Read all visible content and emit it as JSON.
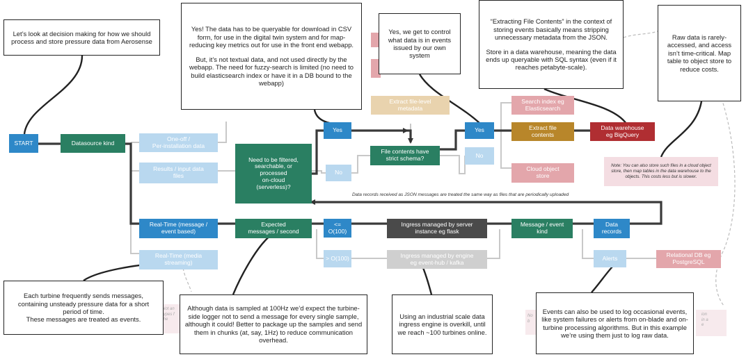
{
  "nodes": {
    "start": "START",
    "datasource_kind": "Datasource kind",
    "one_off": "One-off /\nPer-installation data",
    "results_input": "Results / input data\nfiles",
    "realtime_message": "Real-Time (message /\nevent based)",
    "realtime_streaming": "Real-Time (media\nstreaming)",
    "need_filtered": "Need to be filtered,\nsearchable, or\nprocessed\non-cloud\n(serverless)?",
    "yes_1": "Yes",
    "no_1": "No",
    "extract_file_level": "Extract file-level\nmetadata",
    "file_contents_schema": "File contents have\nstrict schema?",
    "yes_2": "Yes",
    "no_2": "No",
    "search_index": "Search index eg\nElasticsearch",
    "extract_file_contents": "Extract file\ncontents",
    "data_warehouse": "Data warehouse\neg BigQuery",
    "cloud_object_store": "Cloud object\nstore",
    "expected_messages": "Expected\nmessages / second",
    "le_100": "<= O(100)",
    "gt_100": "> O(100)",
    "ingress_server": "Ingress managed by server\ninstance eg flask",
    "ingress_engine": "Ingress managed by engine\neg event-hub / kafka",
    "message_event_kind": "Message / event\nkind",
    "data_records": "Data\nrecords",
    "alerts": "Alerts",
    "relational_db": "Relational DB eg\nPostgreSQL"
  },
  "notes": {
    "intro": "Let’s look at decision making for how we should process and store pressure data from Aerosense",
    "queryable": [
      "Yes! The data has to be queryable for download in CSV form, for use in the digital twin system and for map-reducing key metrics out for use in the front end webapp.",
      "But, it’s not textual data, and not used directly by the webapp. The need for fuzzy-search is limited (no need to build elasticsearch index or have it in a DB bound to the webapp)"
    ],
    "control": "Yes, we get to control what data is in events issued by our own system",
    "extracting": [
      "“Extracting File Contents” in the context of storing events basically means stripping unnecessary metadata from the JSON.",
      "Store in a data warehouse, meaning the data ends up queryable with SQL syntax (even if it reaches petabyte-scale)."
    ],
    "raw_data": "Raw data is rarely-accessed, and access isn’t time-critical. Map table to object store to reduce costs.",
    "turbine": "Each turbine frequently sends messages, containing unsteady pressure data for a short period of time.\nThese messages are treated as events.",
    "sampled": "Although data is sampled at 100Hz we’d expect the turbine-side logger not to send a message for every single sample, although it could! Better to package up the samples and send them in chunks (at, say, 1Hz) to reduce communication overhead.",
    "industrial": "Using an industrial scale data ingress engine is overkill, until we reach ~100 turbines online.",
    "events": "Events can also be used to log occasional events, like system failures or alerts from on-blade and on-turbine processing algorithms. But in this example we’re using them just to log raw data."
  },
  "annotations": {
    "json_records": "Data records received as JSON messages are treated the same way as files that are periodically uploaded",
    "object_store_note": "Note: You can also store such files in a cloud object store, then map tables in the data warehouse to the objects. This costs less but is slower.",
    "ghost_left": "Not an\ntypes f\nthe",
    "ghost_left2": "No\nb",
    "ghost_right": "ion\nin a\ne"
  },
  "colors": {
    "blue": "#2e88c8",
    "light_blue": "#b9d8ef",
    "green": "#2a7f62",
    "dark_grey": "#4a4a4a",
    "gold": "#b8862a",
    "red": "#b02e32",
    "pink": "#e3a6ab",
    "beige": "#e9d3ae"
  }
}
